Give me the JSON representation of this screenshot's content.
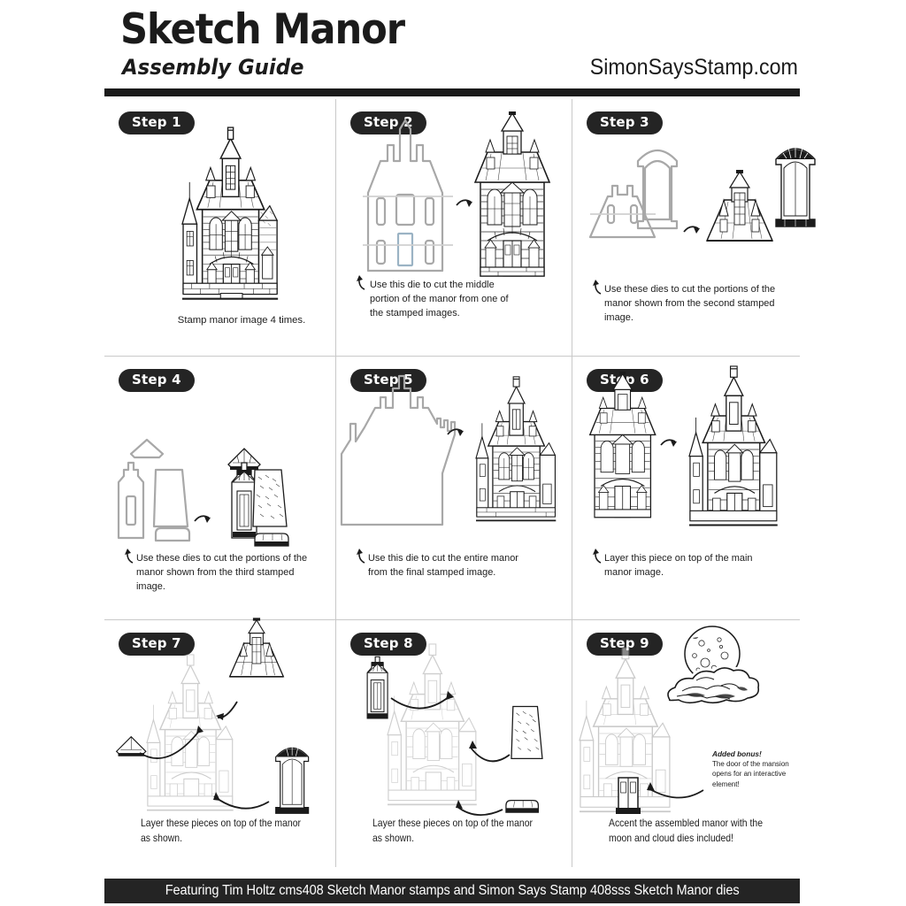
{
  "header": {
    "title": "Sketch Manor",
    "subtitle": "Assembly Guide",
    "website": "SimonSaysStamp.com"
  },
  "footer": {
    "text": "Featuring Tim Holtz cms408 Sketch Manor stamps and Simon Says Stamp 408sss Sketch Manor dies"
  },
  "steps": [
    {
      "badge": "Step 1",
      "caption": "Stamp manor image 4 times.",
      "has_caption_arrow": false
    },
    {
      "badge": "Step 2",
      "caption": "Use this die to cut the middle portion of the manor from one of the stamped images.",
      "has_caption_arrow": true
    },
    {
      "badge": "Step 3",
      "caption": "Use these dies to cut the portions of the manor shown from the second stamped image.",
      "has_caption_arrow": true
    },
    {
      "badge": "Step 4",
      "caption": "Use these dies to cut the portions of the manor shown from the third stamped image.",
      "has_caption_arrow": true
    },
    {
      "badge": "Step 5",
      "caption": "Use this die to cut the entire manor from the final stamped image.",
      "has_caption_arrow": true
    },
    {
      "badge": "Step 6",
      "caption": "Layer this piece on top of the main manor image.",
      "has_caption_arrow": true
    },
    {
      "badge": "Step 7",
      "caption": "Layer these pieces on top of the manor as shown.",
      "has_caption_arrow": false
    },
    {
      "badge": "Step 8",
      "caption": "Layer these pieces on top of the manor as shown.",
      "has_caption_arrow": false
    },
    {
      "badge": "Step 9",
      "caption": "Accent the assembled manor with the moon and cloud dies included!",
      "has_caption_arrow": false
    }
  ],
  "bonus": {
    "heading": "Added bonus!",
    "body": "The door of the mansion opens for an interactive element!"
  },
  "colors": {
    "ink": "#1b1b1b",
    "badge_bg": "#242424",
    "badge_text": "#ffffff",
    "die_outline": "#a8a8a8",
    "grid_line": "#c9c9c9",
    "faded_art": "#b5b5b5",
    "page_bg": "#ffffff"
  },
  "icons": {
    "caption_arrow": "curved-up-arrow-icon",
    "transfer_arrow": "curved-right-arrow-icon",
    "placement_arrow": "curved-placement-arrow-icon",
    "moon": "moon-icon",
    "cloud": "cloud-icon",
    "manor": "manor-illustration"
  }
}
